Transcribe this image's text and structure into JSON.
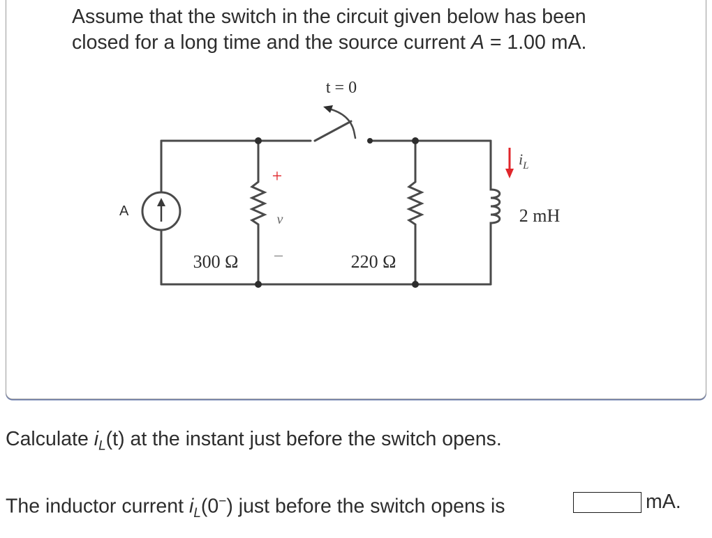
{
  "prompt": {
    "line1": "Assume that the switch in the circuit given below has been",
    "line2_before": "closed for a long time and the source current ",
    "line2_var": "A",
    "line2_after": " = 1.00 mA."
  },
  "circuit": {
    "switch_label": "t = 0",
    "source_label": "A",
    "r1_label": "300 Ω",
    "v_label": "v",
    "v_plus": "+",
    "v_minus": "−",
    "r2_label": "220 Ω",
    "inductor_label": "2 mH",
    "current_label": "i",
    "current_sub": "L"
  },
  "question": {
    "before": "Calculate ",
    "var": "i",
    "sub": "L",
    "arg": "(t)",
    "after": " at the instant just before the switch opens."
  },
  "answer": {
    "before": "The inductor current ",
    "var": "i",
    "sub": "L",
    "arg": "(0",
    "sup": "−",
    "after": ") just before the switch opens is",
    "value": "",
    "unit": "mA."
  },
  "colors": {
    "card_border": "#9a9a9a",
    "card_accent": "#6b7cae",
    "current_arrow": "#e0262b",
    "wire": "#4a4a4a"
  }
}
